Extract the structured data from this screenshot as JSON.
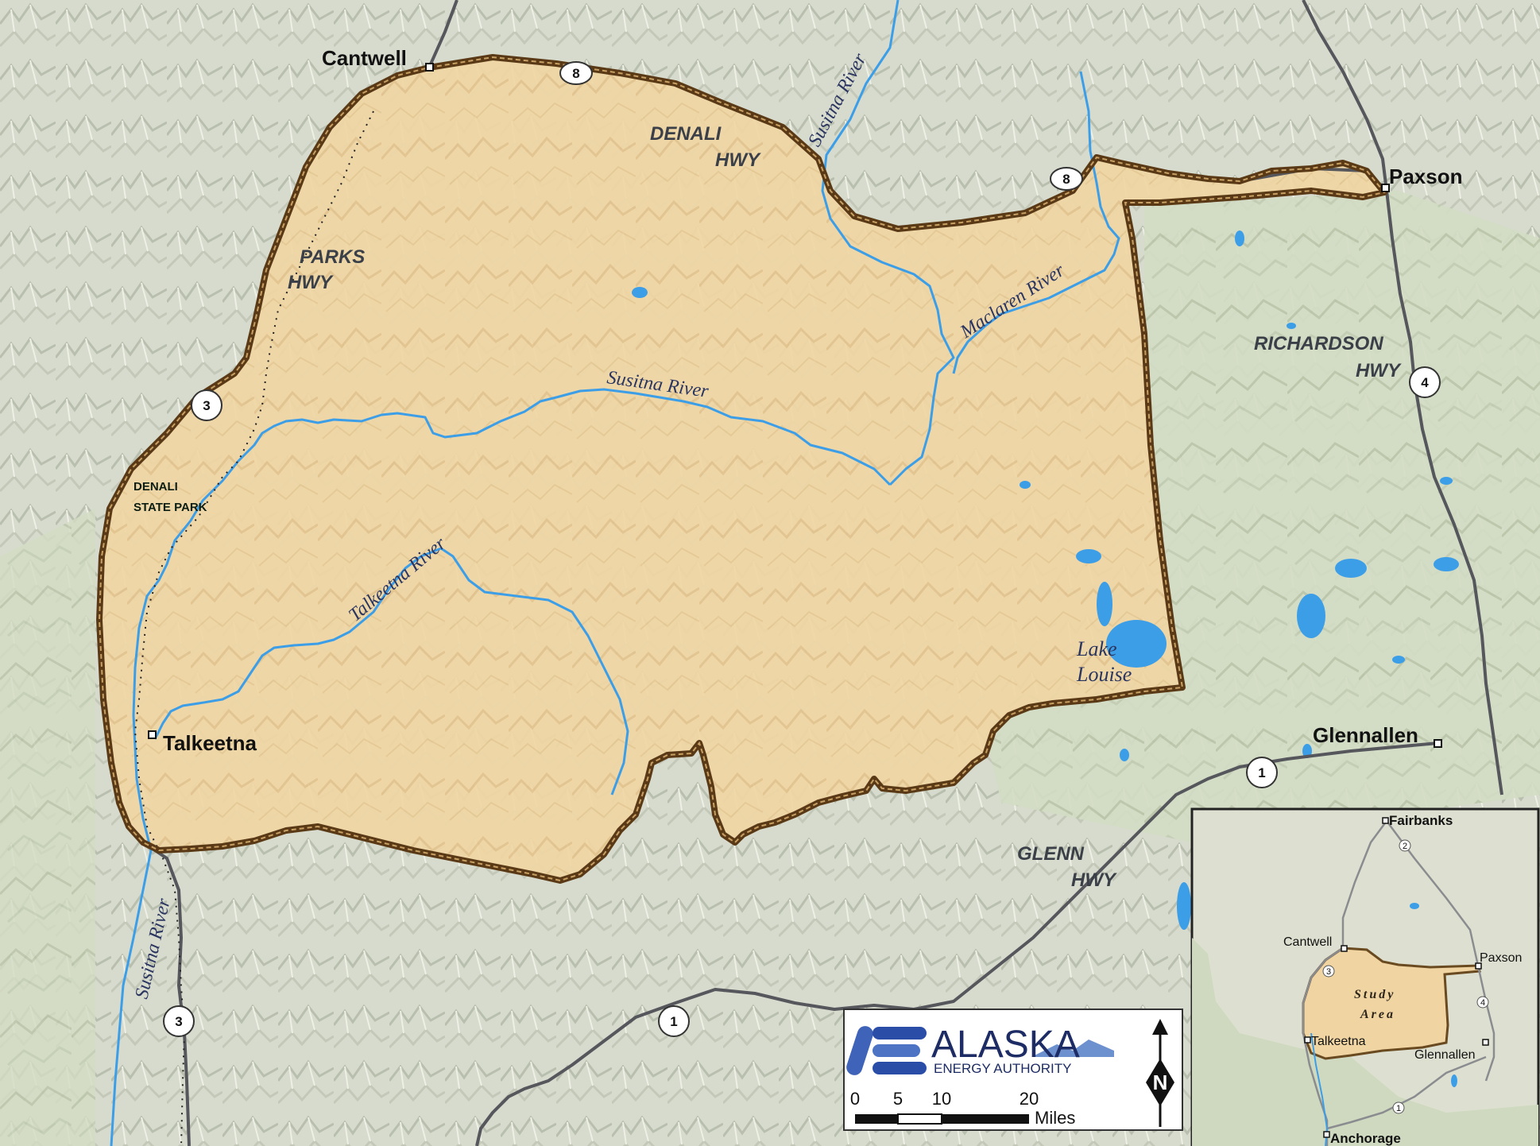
{
  "colors": {
    "terrain": "#d9dccf",
    "study_area_fill": "#f0d5a2",
    "boundary": "#5a3a16",
    "water": "#3d9ee8",
    "road": "#55575c"
  },
  "towns": {
    "cantwell": "Cantwell",
    "paxson": "Paxson",
    "talkeetna": "Talkeetna",
    "glennallen": "Glennallen"
  },
  "highways": {
    "denali_1": "DENALI",
    "denali_2": "HWY",
    "parks_1": "PARKS",
    "parks_2": "HWY",
    "richardson_1": "RICHARDSON",
    "richardson_2": "HWY",
    "glenn_1": "GLENN",
    "glenn_2": "HWY"
  },
  "shields": {
    "hwy8_a": "8",
    "hwy8_b": "8",
    "hwy3_a": "3",
    "hwy3_b": "3",
    "hwy4": "4",
    "hwy1_a": "1",
    "hwy1_b": "1"
  },
  "rivers": {
    "susitna_north": "Susitna River",
    "maclaren": "Maclaren River",
    "susitna_main": "Susitna River",
    "talkeetna": "Talkeetna River",
    "susitna_south": "Susitna River"
  },
  "lake": {
    "line1": "Lake",
    "line2": "Louise"
  },
  "park": {
    "line1": "DENALI",
    "line2": "STATE PARK"
  },
  "legend": {
    "logo_name": "ALASKA",
    "logo_sub": "ENERGY AUTHORITY",
    "scale_ticks": [
      "0",
      "5",
      "10",
      "20"
    ],
    "scale_unit": "Miles",
    "north": "N"
  },
  "inset": {
    "fairbanks": "Fairbanks",
    "cantwell": "Cantwell",
    "paxson": "Paxson",
    "talkeetna": "Talkeetna",
    "glennallen": "Glennallen",
    "anchorage": "Anchorage",
    "study_1": "Study",
    "study_2": "Area",
    "shield_2": "2",
    "shield_3": "3",
    "shield_4": "4",
    "shield_1": "1"
  }
}
